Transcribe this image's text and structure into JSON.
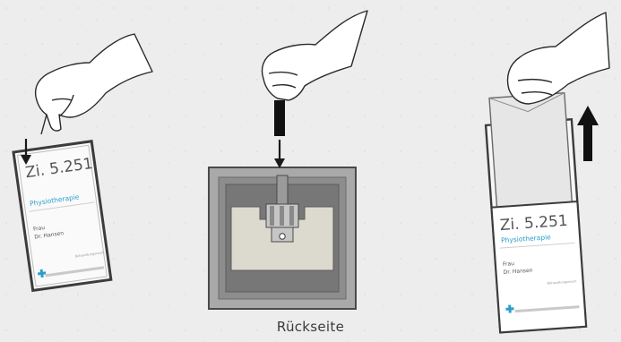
{
  "sign": {
    "room": "Zi. 5.251",
    "department": "Physiotherapie",
    "name_line1": "Frau",
    "name_line2": "Dr. Hansen",
    "small_text": "Behandlungsraum"
  },
  "middle_caption": "Rückseite",
  "colors": {
    "background": "#ededed",
    "accent_blue": "#2b9ec9",
    "frame_dark": "#4a4a4a",
    "frame_mid": "#8a8a8a",
    "insert_beige": "#dcd9cf",
    "arrow": "#1a1a1a"
  },
  "icons": [
    "hand-icon",
    "down-arrow-icon",
    "up-arrow-icon",
    "medical-cross-icon",
    "mounting-bracket-icon"
  ]
}
